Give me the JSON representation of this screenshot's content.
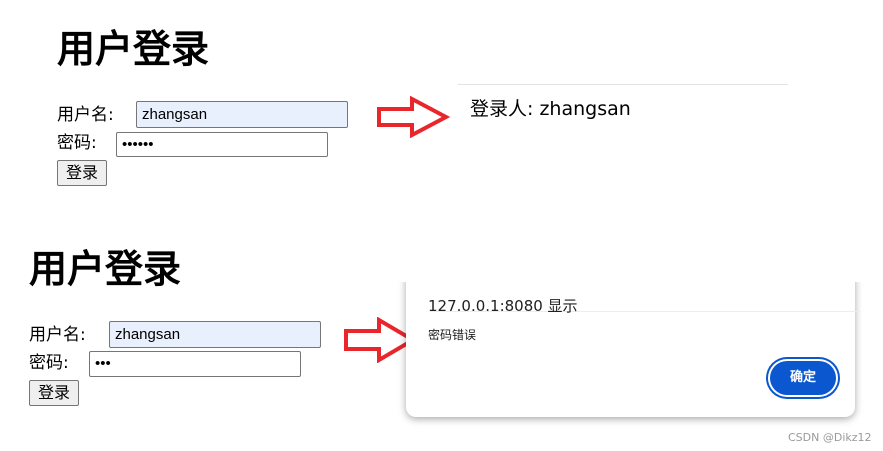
{
  "top": {
    "title": "用户登录",
    "username_label": "用户名:",
    "username_value": "zhangsan",
    "password_label": "密码:",
    "password_value": "••••••",
    "login_button": "登录",
    "result_text": "登录人: zhangsan"
  },
  "bottom": {
    "title": "用户登录",
    "username_label": "用户名:",
    "username_value": "zhangsan",
    "password_label": "密码:",
    "password_value": "•••",
    "login_button": "登录"
  },
  "dialog": {
    "origin": "127.0.0.1:8080 显示",
    "message": "密码错误",
    "ok_button": "确定"
  },
  "watermark": "CSDN @Dikz12",
  "colors": {
    "arrow": "#e8262b",
    "autofill": "#e8f0fe",
    "dialog_button": "#0b57d0"
  }
}
